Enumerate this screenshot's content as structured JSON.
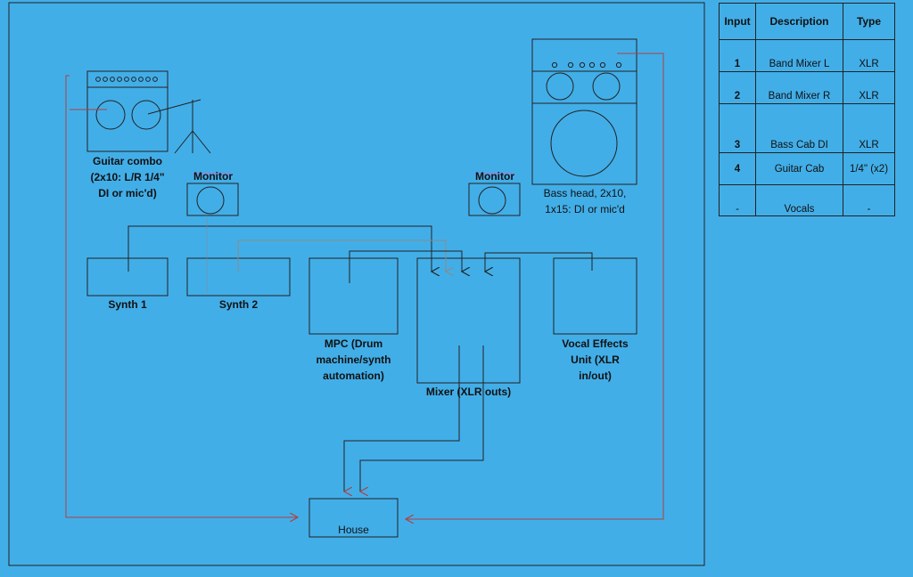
{
  "colors": {
    "background": "#42aee8",
    "line": "#222222",
    "signal_red": "#b04040",
    "signal_grey": "#8a8a8a",
    "monitor_pink": "#e060d0"
  },
  "labels": {
    "guitar_combo_l1": "Guitar combo",
    "guitar_combo_l2": "(2x10: L/R 1/4\"",
    "guitar_combo_l3": "DI or mic'd)",
    "monitor_left": "Monitor",
    "monitor_right": "Monitor",
    "bass_head_l1": "Bass head, 2x10,",
    "bass_head_l2": "1x15: DI or mic'd",
    "synth1": "Synth 1",
    "synth2": "Synth 2",
    "mpc_l1": "MPC (Drum",
    "mpc_l2": "machine/synth",
    "mpc_l3": "automation)",
    "mixer": "Mixer (XLR outs)",
    "vocal_l1": "Vocal Effects",
    "vocal_l2": "Unit (XLR",
    "vocal_l3": "in/out)",
    "house": "House"
  },
  "input_list": {
    "headers": [
      "Input",
      "Description",
      "Type"
    ],
    "rows": [
      {
        "input": "1",
        "description": "Band Mixer L",
        "type": "XLR"
      },
      {
        "input": "2",
        "description": "Band Mixer R",
        "type": "XLR"
      },
      {
        "input": "3",
        "description": "Bass Cab DI",
        "type": "XLR"
      },
      {
        "input": "4",
        "description": "Guitar Cab",
        "type": "1/4\" (x2)"
      },
      {
        "input": "-",
        "description": "Vocals",
        "type": "-"
      }
    ]
  }
}
